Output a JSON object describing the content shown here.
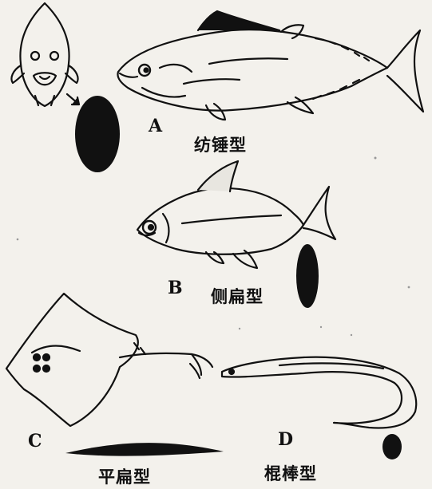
{
  "figure": {
    "panels": [
      {
        "letter": "A",
        "caption": "纺锤型"
      },
      {
        "letter": "B",
        "caption": "侧扁型"
      },
      {
        "letter": "C",
        "caption": "平扁型"
      },
      {
        "letter": "D",
        "caption": "棍棒型"
      }
    ]
  }
}
